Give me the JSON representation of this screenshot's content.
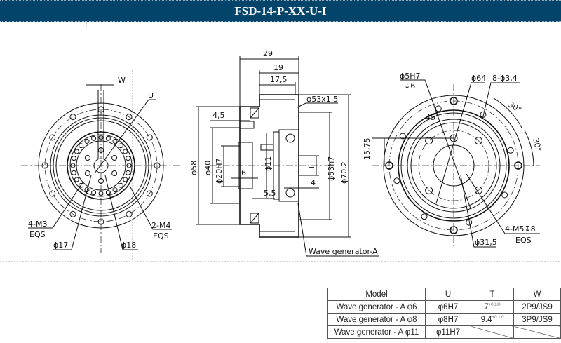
{
  "title": "FSD-14-P-XX-U-I",
  "front_view": {
    "labels": {
      "w": "W",
      "u": "U",
      "m3": "4-M3",
      "m3_eqs": "EQS",
      "m4": "2-M4",
      "m4_eqs": "EQS",
      "d17": "ϕ17",
      "d18": "ϕ18"
    }
  },
  "side_view": {
    "labels": {
      "d29": "29",
      "d19": "19",
      "d17_5": "17,5",
      "d53x1_5": "ϕ53x1,5",
      "d4_5": "4,5",
      "d58": "ϕ58",
      "d40": "ϕ40",
      "d20h7": "ϕ20H7",
      "d6": "6",
      "d11": "ϕ11",
      "t": "T",
      "d53h7": "ϕ53h7",
      "d70_2": "ϕ70,2",
      "d4": "4",
      "d5_5": "5,5",
      "wave_gen": "Wave generator-A"
    }
  },
  "rear_view": {
    "labels": {
      "d5h7": "ϕ5H7",
      "depth6": "↧6",
      "d64": "ϕ64",
      "holes": "8-ϕ3,4",
      "a45": "45°",
      "a30a": "30°",
      "a30b": "30°",
      "d15_75": "15,75",
      "m5": "4-M5↧8",
      "m5_eqs": "EQS",
      "d31_5": "ϕ31,5"
    }
  },
  "table": {
    "headers": [
      "Model",
      "U",
      "T",
      "W"
    ],
    "rows": [
      {
        "model": "Wave generator -  A φ6",
        "u": "φ6H7",
        "t": "7",
        "t_tol": "+0.1/0",
        "w": "2P9/JS9"
      },
      {
        "model": "Wave generator -  A φ8",
        "u": "φ8H7",
        "t": "9.4",
        "t_tol": "+0.1/0",
        "w": "3P9/JS9"
      },
      {
        "model": "Wave generator - A φ11",
        "u": "φ11H7",
        "t": "",
        "t_tol": "",
        "w": ""
      }
    ]
  }
}
